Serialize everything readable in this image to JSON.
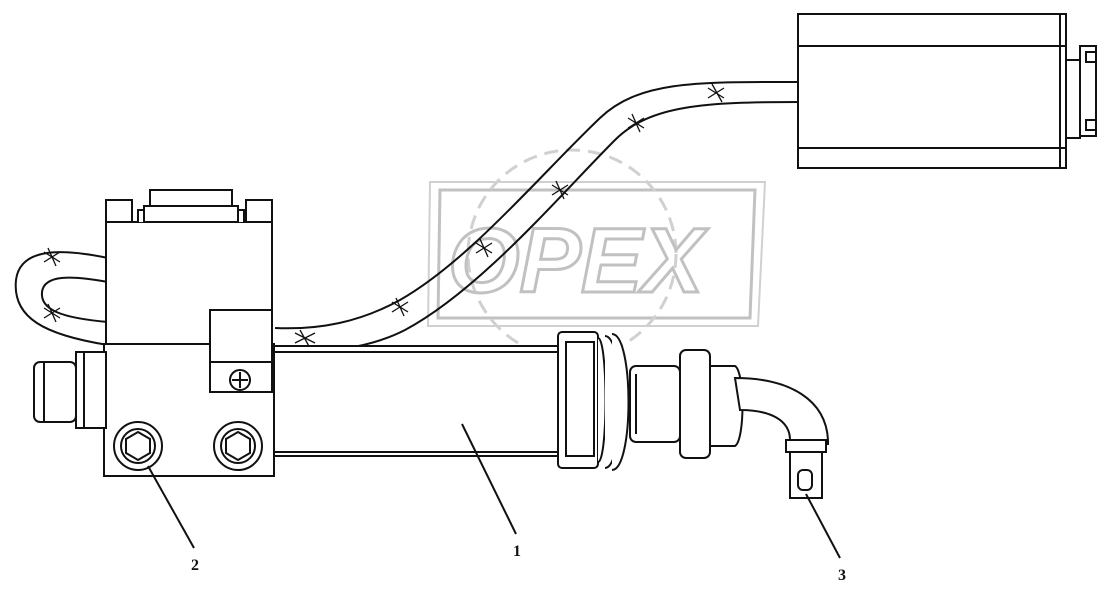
{
  "watermark": {
    "text": "OPEX",
    "color": "#bbbbbb"
  },
  "callouts": [
    {
      "id": "1",
      "label": "1"
    },
    {
      "id": "2",
      "label": "2"
    },
    {
      "id": "3",
      "label": "3"
    }
  ],
  "colors": {
    "line": "#111111",
    "fill": "#ffffff"
  }
}
